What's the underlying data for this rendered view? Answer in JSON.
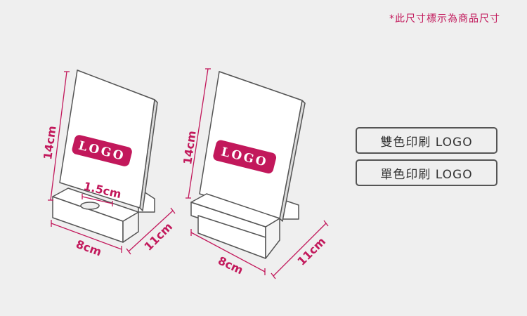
{
  "note": "*此尺寸標示為商品尺寸",
  "logo_text": "LOGO",
  "left_stand": {
    "height_label": "14cm",
    "width_label": "8cm",
    "depth_label": "11cm",
    "slot_label": "1.5cm"
  },
  "right_stand": {
    "height_label": "14cm",
    "width_label": "8cm",
    "depth_label": "11cm"
  },
  "options": [
    "雙色印刷 LOGO",
    "單色印刷 LOGO"
  ],
  "colors": {
    "accent": "#c2185b",
    "outline": "#555555",
    "background": "#efefef"
  }
}
